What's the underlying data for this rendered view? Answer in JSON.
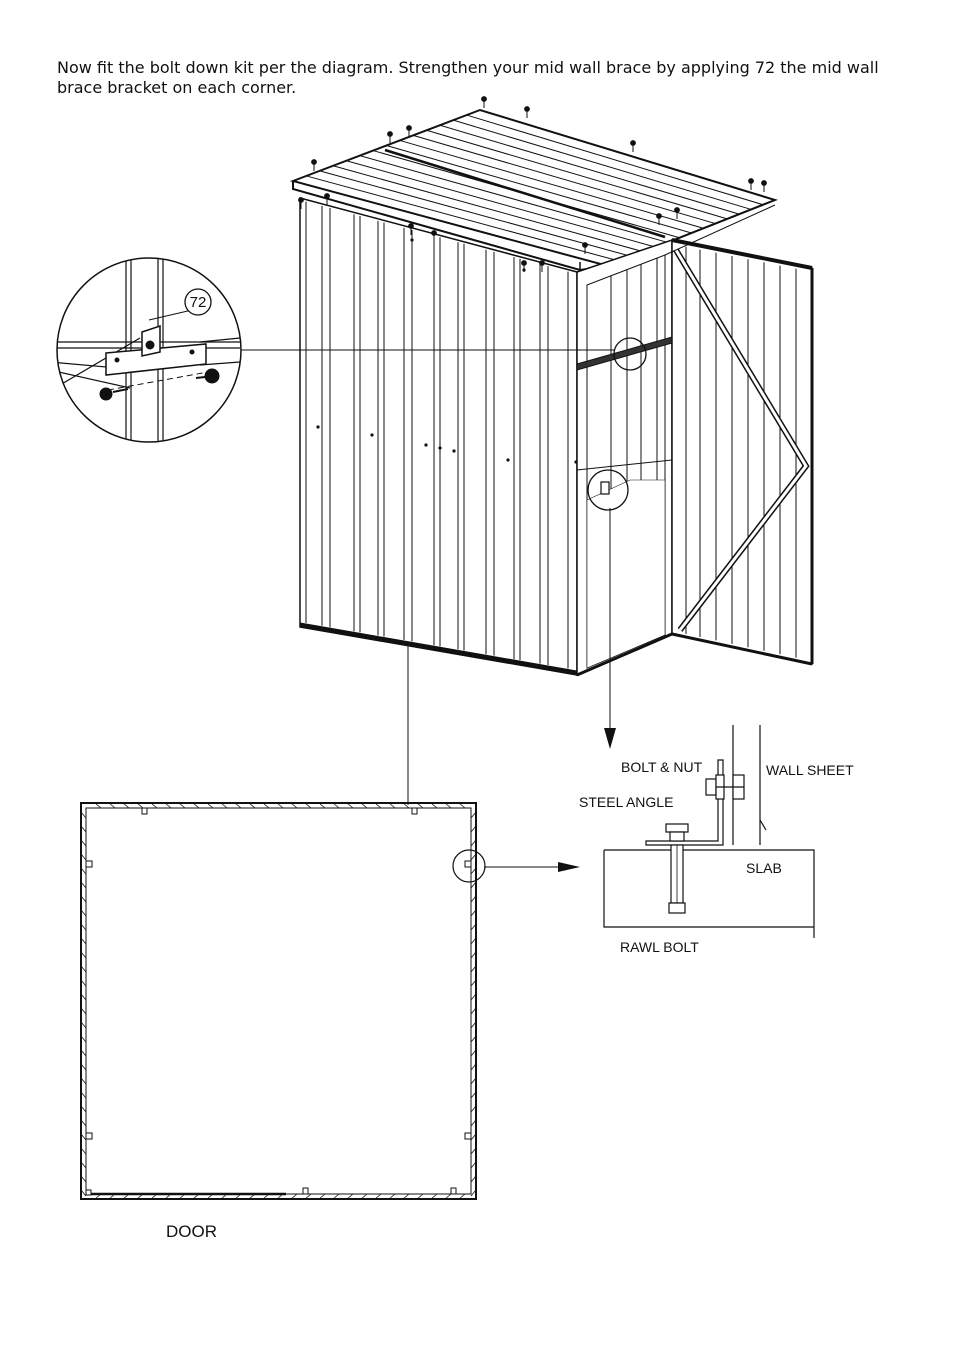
{
  "instruction": "Now fit the bolt down kit per the diagram. Strengthen your mid wall brace by applying 72 the mid wall brace bracket on each corner.",
  "callout_number": "72",
  "labels": {
    "bolt_nut": "BOLT & NUT",
    "wall_sheet": "WALL SHEET",
    "steel_angle": "STEEL ANGLE",
    "slab": "SLAB",
    "rawl_bolt": "RAWL BOLT",
    "door": "DOOR"
  }
}
